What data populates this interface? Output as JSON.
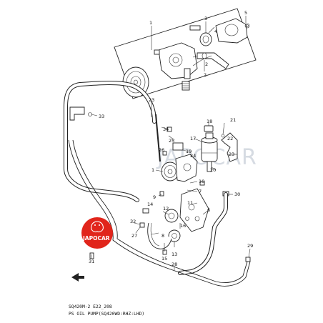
{
  "watermark": "JAPOCAR",
  "logo": {
    "text": "JAPOCAR",
    "color": "#e1251b"
  },
  "caption": {
    "line1": "SQ420M-2 E22_208",
    "line2": "PS OIL PUMP(SQ420WD:RHZ:LHD)"
  },
  "callouts": [
    "1",
    "2",
    "3",
    "4",
    "5",
    "6",
    "7",
    "8",
    "9",
    "10",
    "11",
    "12",
    "13",
    "14",
    "15",
    "16",
    "17",
    "18",
    "19",
    "20",
    "21",
    "22",
    "23",
    "24",
    "25",
    "26",
    "27",
    "28",
    "29",
    "30",
    "31",
    "32",
    "33",
    "34"
  ]
}
